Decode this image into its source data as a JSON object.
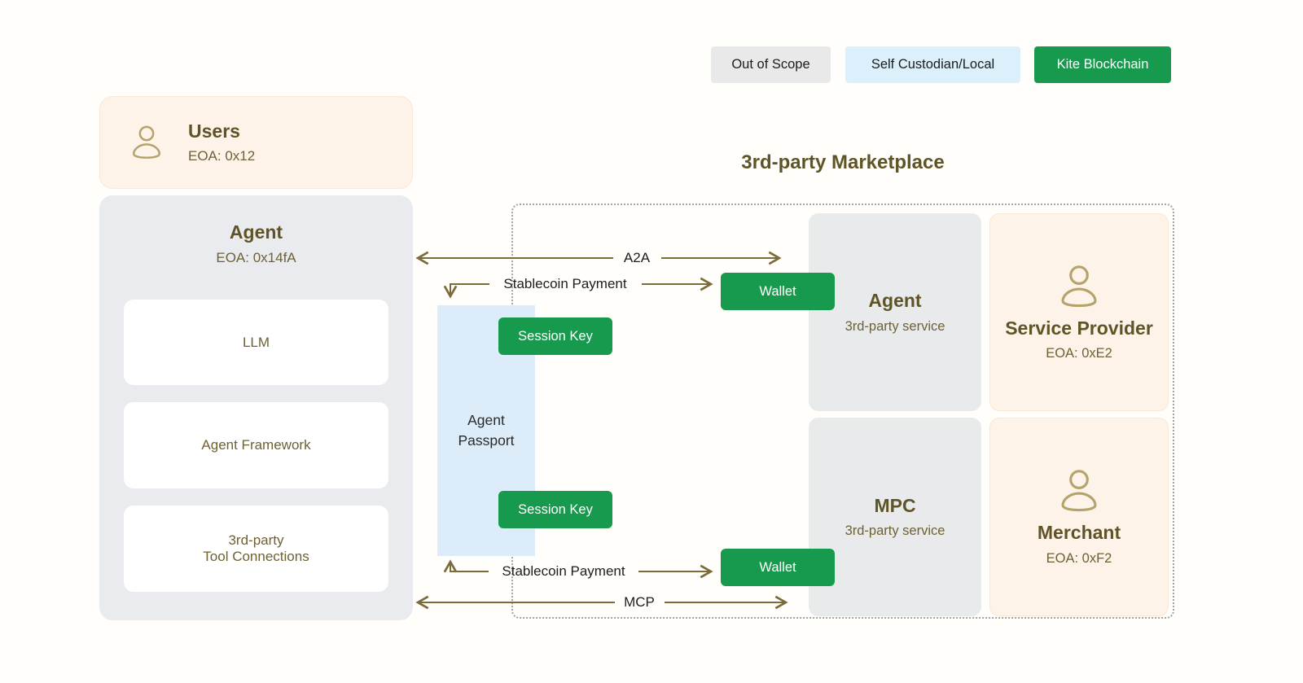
{
  "legend": {
    "out_of_scope": "Out of Scope",
    "self_custodian": "Self Custodian/Local",
    "kite_blockchain": "Kite Blockchain"
  },
  "users_card": {
    "title": "Users",
    "eoa": "EOA: 0x12"
  },
  "agent_card": {
    "title": "Agent",
    "eoa": "EOA: 0x14fA",
    "components": [
      "LLM",
      "Agent Framework",
      "3rd-party\nTool Connections"
    ]
  },
  "passport": {
    "label": "Agent\nPassport",
    "session_key_top": "Session Key",
    "session_key_bottom": "Session Key"
  },
  "marketplace": {
    "title": "3rd-party Marketplace",
    "agent": {
      "title": "Agent",
      "subtitle": "3rd-party service"
    },
    "service_provider": {
      "title": "Service Provider",
      "eoa": "EOA: 0xE2"
    },
    "mpc": {
      "title": "MPC",
      "subtitle": "3rd-party service"
    },
    "merchant": {
      "title": "Merchant",
      "eoa": "EOA: 0xF2"
    }
  },
  "connections": {
    "a2a": "A2A",
    "mcp": "MCP",
    "stablecoin_top": "Stablecoin Payment",
    "stablecoin_bottom": "Stablecoin Payment",
    "wallet_top": "Wallet",
    "wallet_bottom": "Wallet"
  },
  "colors": {
    "kite_green": "#189a4e",
    "self_custodian_blue": "#dcf0fc",
    "out_of_scope_gray": "#e9e9ea",
    "gold_accent": "#b5a36c",
    "olive_text": "#5f5427",
    "arrow_brown": "#7b6b3b"
  }
}
